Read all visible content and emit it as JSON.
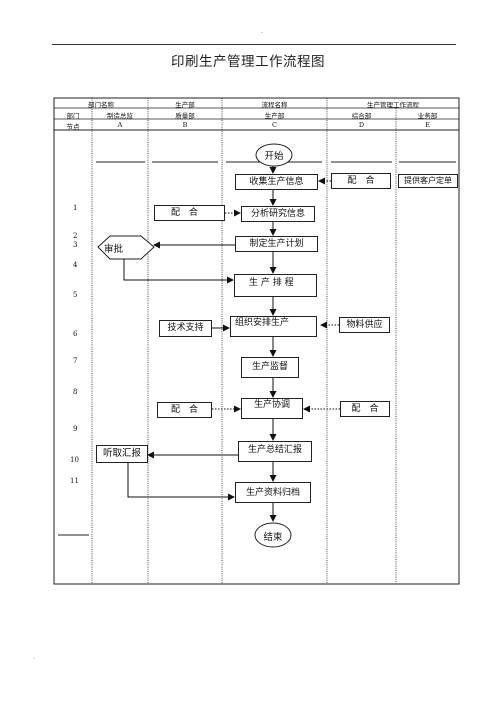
{
  "page": {
    "top_dot": "·",
    "bottom_dot": "."
  },
  "title": "印刷生产管理工作流程图",
  "header": {
    "row1": {
      "dept_name": "部门名称",
      "production_dept": "生产部",
      "flow_name": "流程名称",
      "workflow": "生产管理工作流程"
    },
    "row2": {
      "dept": "部门",
      "manufacturing": "制造总监",
      "quality": "质量部",
      "production": "生产部",
      "general": "综合部",
      "business": "业务部"
    },
    "row3": {
      "node": "节点",
      "a": "A",
      "b": "B",
      "c": "C",
      "d": "D",
      "e": "E"
    }
  },
  "nodes": [
    "1",
    "2",
    "3",
    "4",
    "5",
    "6",
    "7",
    "8",
    "9",
    "10",
    "11"
  ],
  "flow": {
    "start": "开始",
    "collect": "收集生产信息",
    "analyze": "分析研究信息",
    "plan": "制定生产计划",
    "schedule": "生 产 排 程",
    "organize": "组织安排生产",
    "monitor": "生产监督",
    "coordinate": "生产协调",
    "summary": "生产总结汇报",
    "archive": "生产资料归档",
    "end": "结束"
  },
  "side": {
    "approve": "审批",
    "listen": "听取汇报",
    "cooperate_b1": "配　合",
    "tech": "技术支持",
    "cooperate_b2": "配　合",
    "cooperate_d1": "配　合",
    "materials": "物料供应",
    "cooperate_d2": "配　合",
    "customer_order": "提供客户定单"
  }
}
